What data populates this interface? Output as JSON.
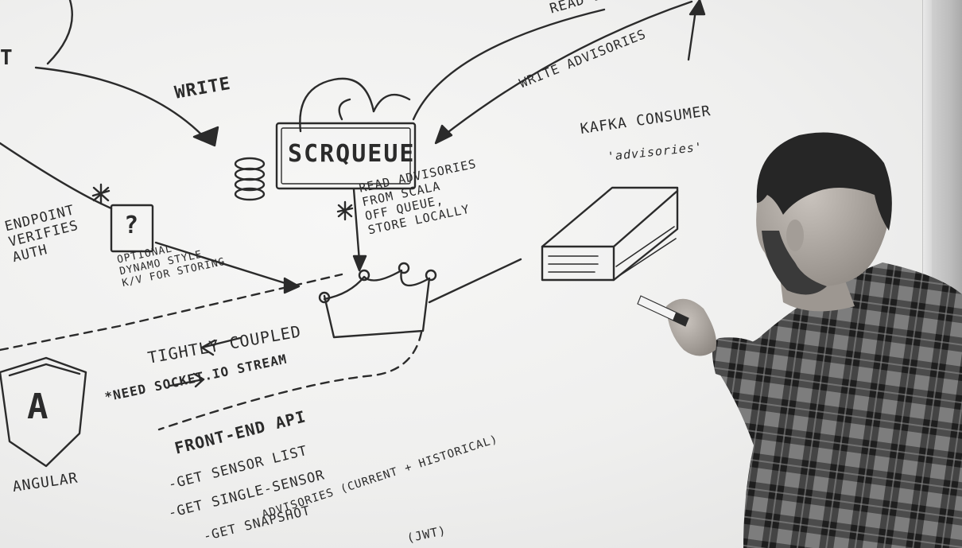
{
  "whiteboard": {
    "top_label_read": "READ EVE",
    "write_label": "WRITE",
    "write_advisories": "WRITE ADVISORIES",
    "queue_label": "SCRQUEUE",
    "read_advisories_lines": [
      "READ ADVISORIES",
      "FROM SCALA",
      "OFF QUEUE,",
      "STORE LOCALLY"
    ],
    "left_fragment": "T",
    "endpoint_lines": [
      "ENDPOINT",
      "VERIFIES",
      "AUTH"
    ],
    "star_marker": "*",
    "question_box": "?",
    "optional_lines": [
      "OPTIONAL",
      "DYNAMO STYLE",
      "K/V FOR STORING"
    ],
    "kafka_title": "KAFKA CONSUMER",
    "kafka_subtitle": "'advisories'",
    "tightly_coupled": "TIGHTLY COUPLED",
    "need_socket": "*NEED SOCKET.IO STREAM",
    "angular_letter": "A",
    "angular_label": "ANGULAR",
    "frontend_title": "FRONT-END API",
    "frontend_items": [
      "-GET  SENSOR LIST",
      "-GET  SINGLE-SENSOR",
      "-GET  SNAPSHOT",
      "ADVISORIES (CURRENT + HISTORICAL)",
      "(JWT)"
    ]
  },
  "colors": {
    "marker_ink": "#2b2b2b",
    "board": "#f2f2f1",
    "shirt_dark": "#2e2e2e",
    "shirt_light": "#8a8a8a",
    "hair": "#2a2a2a",
    "skin": "#b9b3ad"
  }
}
